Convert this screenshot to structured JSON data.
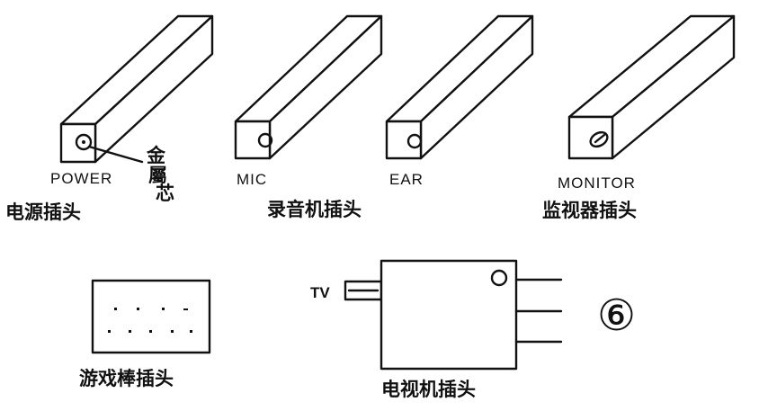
{
  "plugs": {
    "power": {
      "label": "POWER",
      "core_label_1": "金",
      "core_label_2": "屬",
      "core_label_3": "芯",
      "caption": "电源插头"
    },
    "mic": {
      "label": "MIC"
    },
    "ear": {
      "label": "EAR"
    },
    "recorder_caption": "录音机插头",
    "monitor": {
      "label": "MONITOR",
      "caption": "监视器插头"
    },
    "joystick": {
      "caption": "游戏棒插头"
    },
    "tv": {
      "label": "TV",
      "caption": "电视机插头"
    }
  },
  "figure_number": "⑥"
}
